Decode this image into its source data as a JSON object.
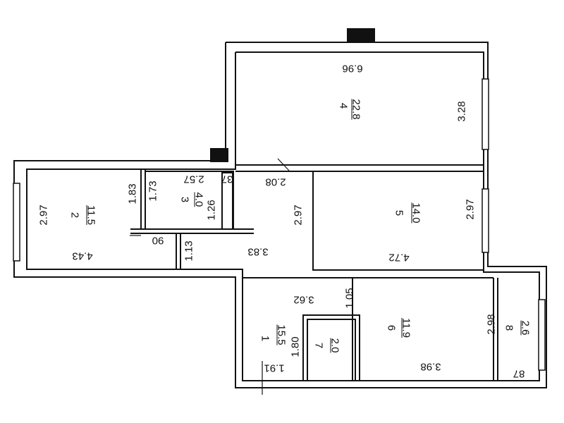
{
  "rooms": [
    {
      "number": "1",
      "area": "15.5"
    },
    {
      "number": "2",
      "area": "11.5"
    },
    {
      "number": "3",
      "area": "4.0"
    },
    {
      "number": "4",
      "area": "22.8"
    },
    {
      "number": "5",
      "area": "14.0"
    },
    {
      "number": "6",
      "area": "11.9"
    },
    {
      "number": "7",
      "area": "2.0"
    },
    {
      "number": "8",
      "area": "2.6"
    }
  ],
  "dimensions": {
    "r4_width": "6.96",
    "r4_height": "3.28",
    "r5_height": "2.97",
    "r5_width": "4.72",
    "r2_height": "2.97",
    "r2_width": "4.43",
    "r2_partial": "1.83",
    "r3_height": "1.73",
    "r3_width": "2.57",
    "r3_small": "1.26",
    "r3_edge": "37",
    "hall_width": "2.08",
    "hall_height": "2.97",
    "hall_partial": "1.13",
    "hall_length": "3.83",
    "door_gap": "90",
    "r6_width": "3.62",
    "r6_partial": "1.05",
    "r6_height": "2.98",
    "r6_length": "3.98",
    "r1_height": "1.80",
    "r1_width": "1.91",
    "r8_edge": "87"
  }
}
